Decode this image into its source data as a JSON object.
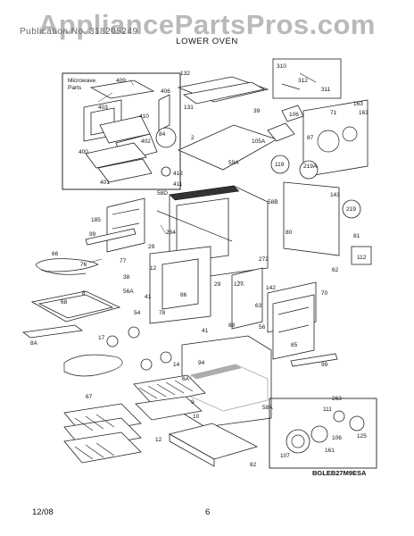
{
  "watermark": "AppliancePartsPros.com",
  "header_text": "Publication No. 318205249",
  "section_title": "LOWER OVEN",
  "inset_title_1": "Microwave",
  "inset_title_2": "Parts",
  "model_code": "BGLEB27M9ESA",
  "footer_date": "12/08",
  "footer_page": "6",
  "part_labels": [
    "409",
    "406",
    "403",
    "410",
    "402",
    "400",
    "401",
    "132",
    "131",
    "310",
    "311",
    "312",
    "39",
    "106",
    "105A",
    "71",
    "163",
    "163",
    "2",
    "59A",
    "87",
    "119",
    "219A",
    "143",
    "219",
    "58B",
    "58D",
    "412",
    "411",
    "84",
    "185",
    "99",
    "284",
    "29",
    "272",
    "80",
    "81",
    "62",
    "112",
    "66",
    "76",
    "77",
    "12",
    "142",
    "56A",
    "41",
    "86",
    "127",
    "29",
    "63",
    "70",
    "56",
    "8",
    "68",
    "54",
    "17",
    "78",
    "41",
    "88",
    "8A",
    "67",
    "14",
    "6A",
    "9",
    "94",
    "85",
    "99",
    "58A",
    "263",
    "111",
    "125",
    "106",
    "161",
    "107",
    "10",
    "82",
    "12",
    "38"
  ]
}
